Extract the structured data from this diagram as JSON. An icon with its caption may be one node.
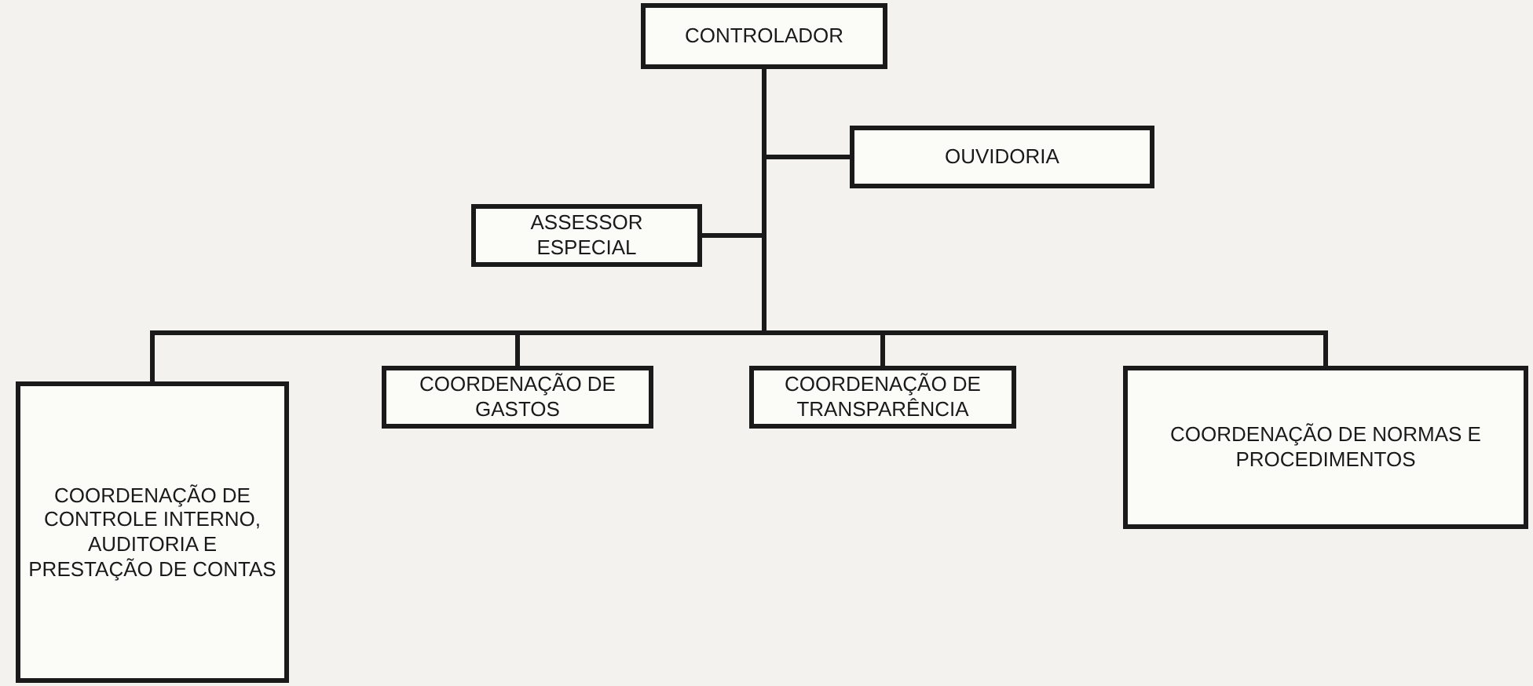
{
  "diagram": {
    "nodes": [
      {
        "text": [
          "CONTROLADOR"
        ]
      },
      {
        "text": [
          "OUVIDORIA"
        ]
      },
      {
        "text": [
          "ASSESSOR ESPECIAL"
        ]
      },
      {
        "text": [
          "COORDENAÇÃO DE CONTROLE INTERNO, AUDITORIA E PRESTAÇÃO DE CONTAS"
        ]
      },
      {
        "text": [
          "COORDENAÇÃO DE GASTOS"
        ]
      },
      {
        "text": [
          "COORDENAÇÃO DE TRANSPARÊNCIA"
        ]
      },
      {
        "text": [
          "COORDENAÇÃO DE NORMAS E PROCEDIMENTOS"
        ]
      }
    ],
    "edges": [
      {
        "from": 0,
        "to": 1,
        "arrow": "none"
      },
      {
        "from": 0,
        "to": 2,
        "arrow": "none"
      },
      {
        "from": 0,
        "to": 3,
        "arrow": "none"
      },
      {
        "from": 0,
        "to": 4,
        "arrow": "none"
      },
      {
        "from": 0,
        "to": 5,
        "arrow": "none"
      },
      {
        "from": 0,
        "to": 6,
        "arrow": "none"
      }
    ]
  }
}
